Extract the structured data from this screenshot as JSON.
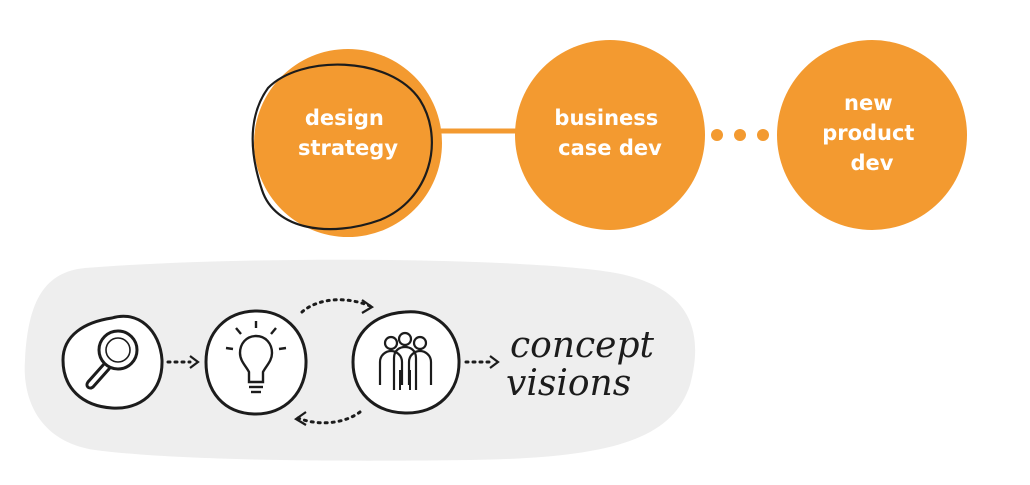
{
  "colors": {
    "accent": "#F39A30",
    "panel": "#EEEEEE",
    "ink": "#1C1C1C",
    "label": "#FFFFFF"
  },
  "stages": [
    {
      "lines": [
        "design",
        "strategy"
      ],
      "highlighted": true
    },
    {
      "lines": [
        "business",
        "case dev"
      ],
      "highlighted": false
    },
    {
      "lines": [
        "new",
        "product",
        "dev"
      ],
      "highlighted": false
    }
  ],
  "connectors": [
    "solid-line",
    "dotted-ellipsis"
  ],
  "process_icons": [
    "magnifier-icon",
    "lightbulb-icon",
    "team-icon"
  ],
  "outcome": {
    "lines": [
      "concept",
      "visions"
    ]
  }
}
